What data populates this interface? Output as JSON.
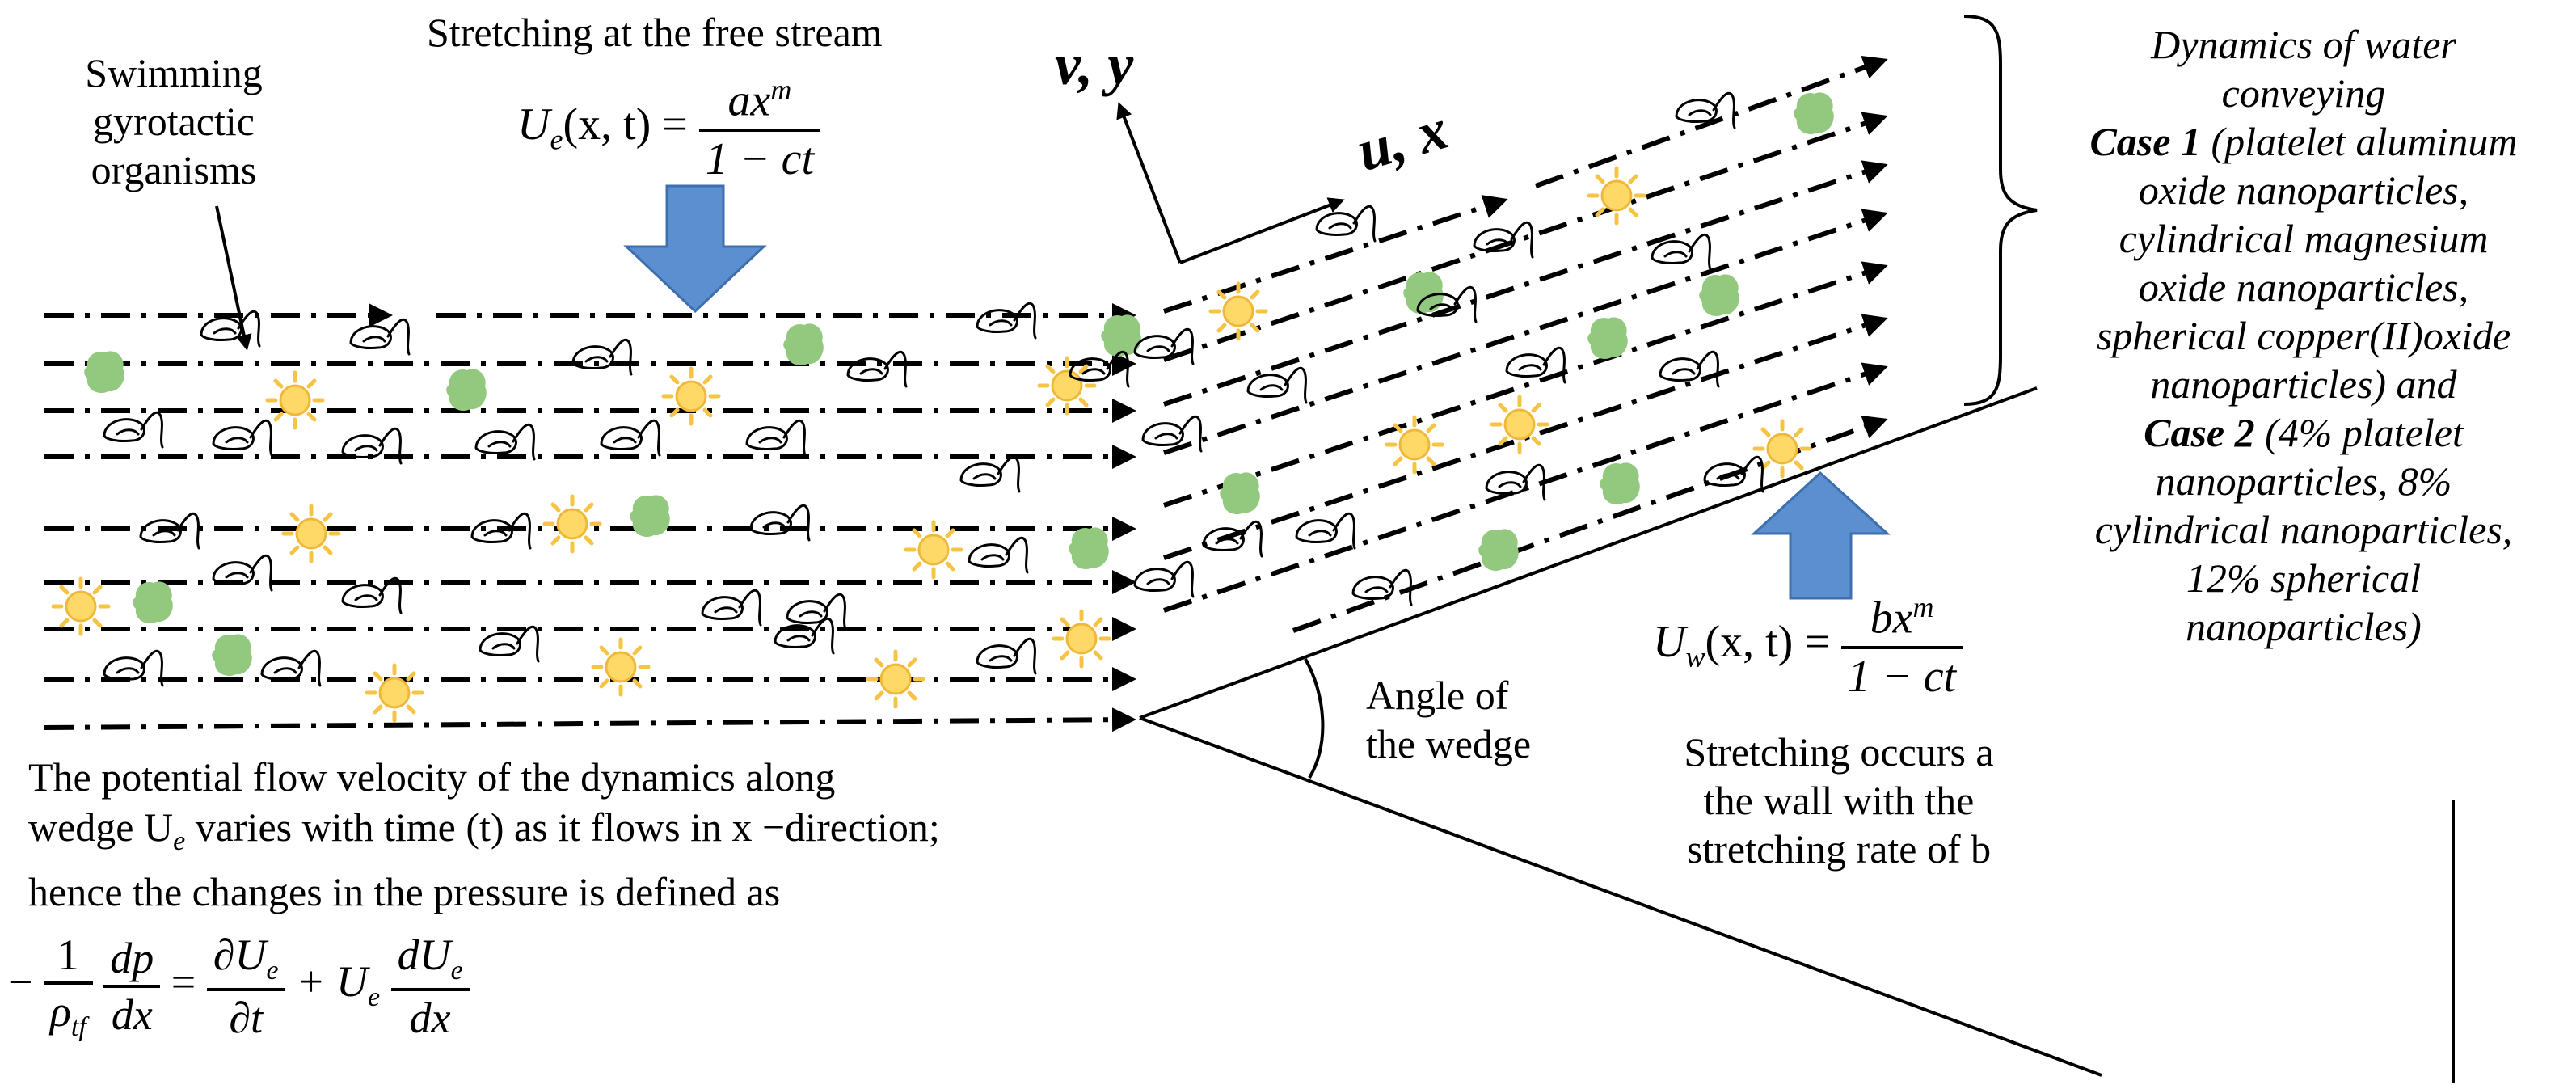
{
  "labels": {
    "swimming": [
      "Swimming",
      "gyrotactic",
      "organisms"
    ],
    "stretching_free_stream": "Stretching at the free stream",
    "axis_v_y": "v, y",
    "axis_u_x": "u, x",
    "angle_of_wedge": [
      "Angle of",
      "the wedge"
    ],
    "stretching_wall": [
      "Stretching occurs a",
      "the wall with the",
      "stretching rate of b"
    ],
    "potential_flow": [
      "The potential flow velocity of the dynamics along",
      "wedge U",
      " varies with time (t) as it flows in x −direction;",
      "hence the changes in the pressure is defined as"
    ]
  },
  "equations": {
    "ue_lhs": "U",
    "ue_sub": "e",
    "ue_args": "(x, t) =",
    "ue_num": "ax",
    "ue_num_sup": "m",
    "ue_den": "1 − ct",
    "uw_lhs": "U",
    "uw_sub": "w",
    "uw_args": "(x, t) =",
    "uw_num": "bx",
    "uw_num_sup": "m",
    "uw_den": "1 − ct",
    "pressure_minus": "−",
    "pressure_one": "1",
    "pressure_rho": "ρ",
    "pressure_rho_sub": "tf",
    "pressure_dp": "dp",
    "pressure_dx": "dx",
    "pressure_eq": "=",
    "pressure_dUe": "∂U",
    "pressure_dt": "∂t",
    "pressure_plus": "+ U",
    "pressure_dUe2": "dU",
    "pressure_dx2": "dx",
    "sub_e": "e"
  },
  "legend": {
    "title": [
      "Dynamics of water",
      "conveying"
    ],
    "case1_bold": "Case 1",
    "case1_text": [
      " (platelet aluminum",
      "oxide nanoparticles,",
      "cylindrical magnesium",
      "oxide nanoparticles,",
      "spherical copper(II)oxide",
      "nanoparticles) and"
    ],
    "case2_bold": "Case 2",
    "case2_text": [
      " (4% platelet",
      "nanoparticles, 8%",
      "cylindrical nanoparticles,",
      "12% spherical",
      "nanoparticles)"
    ]
  },
  "colors": {
    "arrow_blue": "#5b8fd0",
    "particle_green": "#92c97f",
    "sun_yellow": "#f6c445",
    "sun_core": "#ffd968",
    "line": "#000000"
  },
  "icons": [
    "flow-arrow-icon",
    "sun-particle-icon",
    "green-particle-icon",
    "organism-icon",
    "blue-arrow-icon"
  ]
}
